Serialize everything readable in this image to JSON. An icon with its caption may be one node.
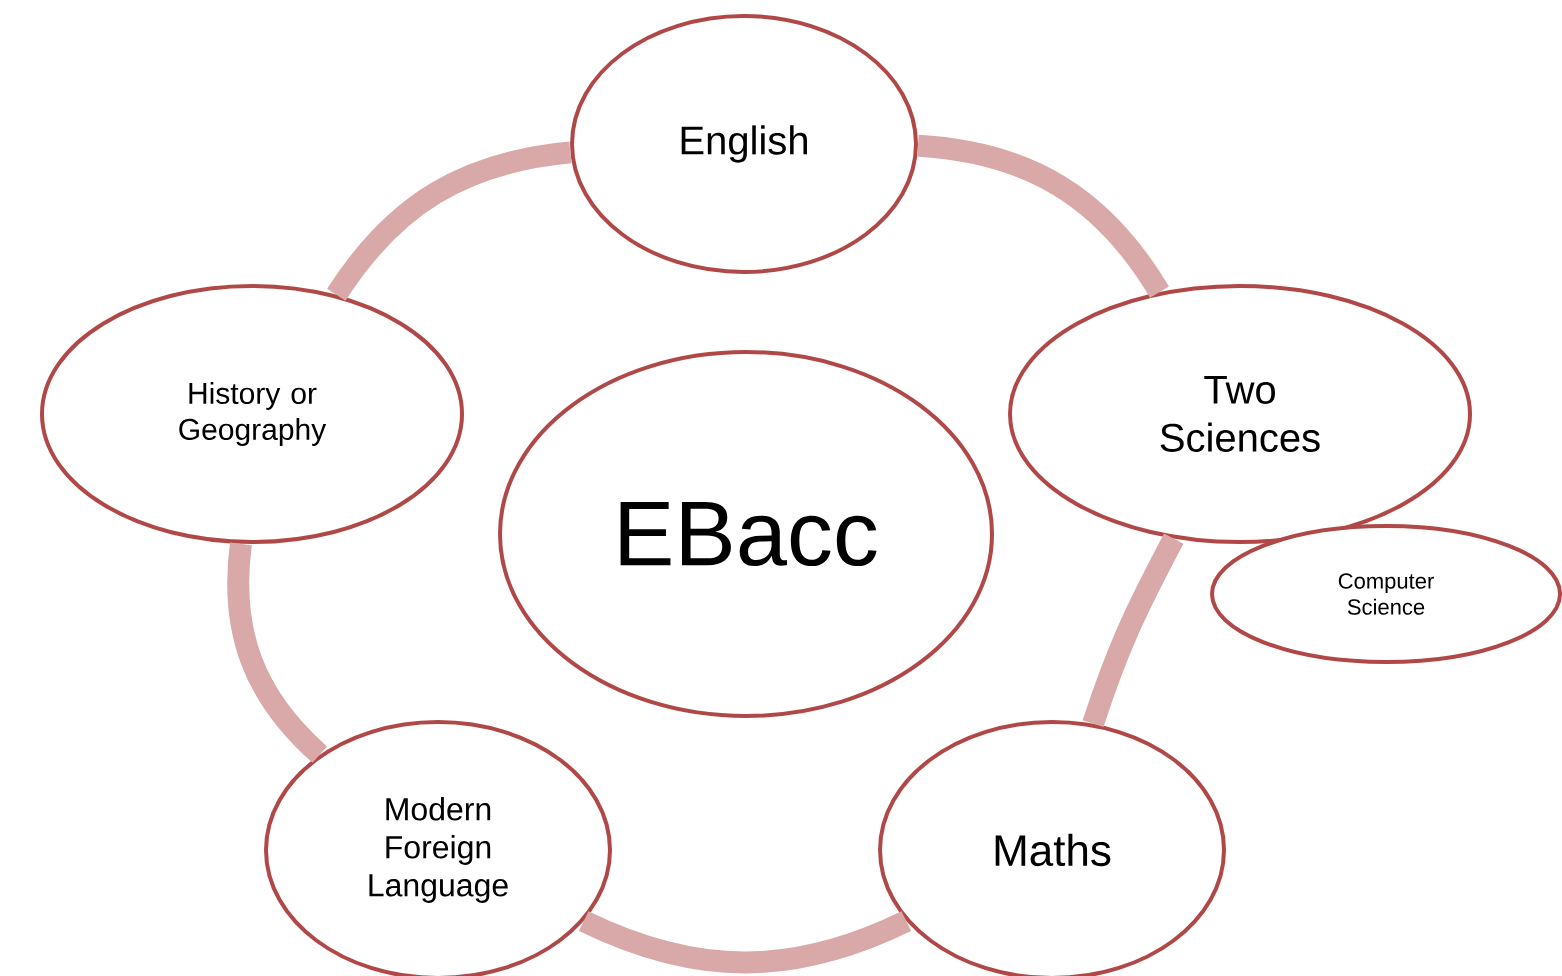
{
  "diagram": {
    "nodes": [
      {
        "text": [
          "EBacc"
        ]
      },
      {
        "text": [
          "English"
        ]
      },
      {
        "text": [
          "Two Sciences"
        ]
      },
      {
        "text": [
          "Computer Science"
        ]
      },
      {
        "text": [
          "Maths"
        ]
      },
      {
        "text": [
          "Modern Foreign Language"
        ]
      },
      {
        "text": [
          "History or Geography"
        ]
      }
    ],
    "edges": [
      {
        "from": 1,
        "to": 2,
        "arrow": "none"
      },
      {
        "from": 2,
        "to": 4,
        "arrow": "none"
      },
      {
        "from": 4,
        "to": 5,
        "arrow": "none"
      },
      {
        "from": 5,
        "to": 6,
        "arrow": "none"
      },
      {
        "from": 6,
        "to": 1,
        "arrow": "none"
      }
    ]
  }
}
